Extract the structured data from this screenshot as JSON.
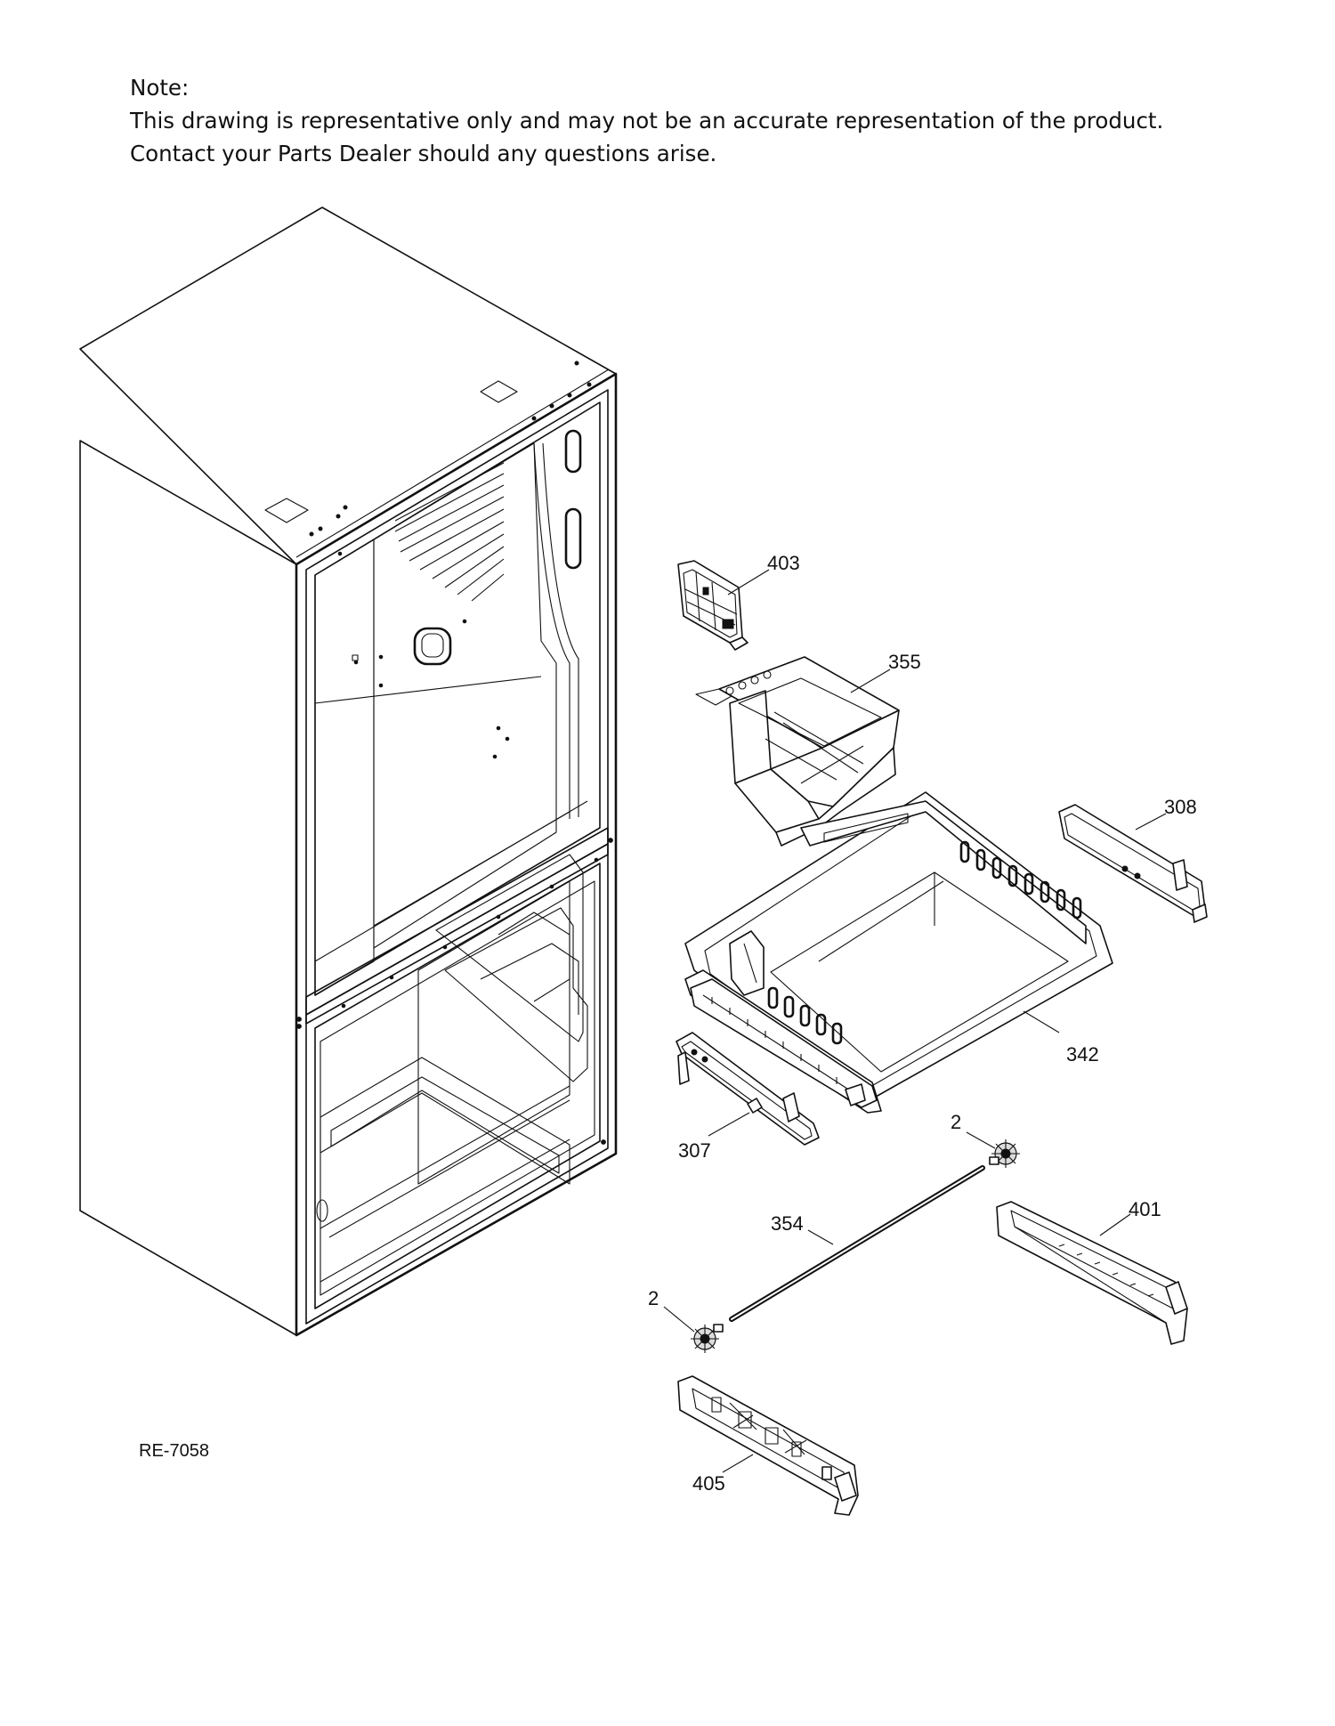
{
  "note": {
    "heading": "Note:",
    "line1": "This drawing is representative only and may not be an accurate representation of the product.",
    "line2": "Contact your Parts Dealer should any questions arise."
  },
  "reference_code": "RE-7058",
  "callouts": {
    "c403": "403",
    "c355": "355",
    "c308": "308",
    "c342": "342",
    "c307": "307",
    "c2_upper": "2",
    "c354": "354",
    "c401": "401",
    "c2_lower": "2",
    "c405": "405"
  }
}
